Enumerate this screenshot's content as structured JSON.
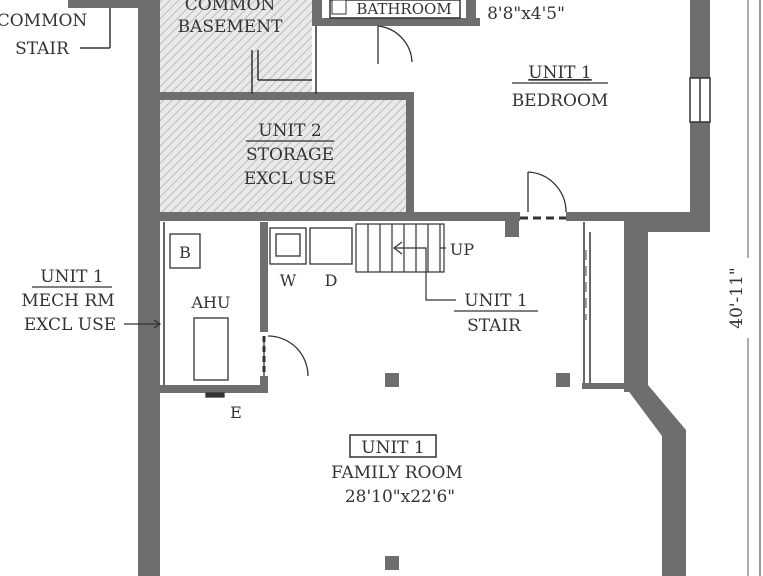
{
  "colors": {
    "wall": "#6e6e6e",
    "line": "#333333",
    "hatch": "#d4d4d4",
    "background": "#ffffff"
  },
  "labels": {
    "common_stair_1": "COMMON",
    "common_stair_2": "STAIR",
    "common_basement_1": "COMMON",
    "common_basement_2": "BASEMENT",
    "bathroom": "BATHROOM",
    "bathroom_dims": "8'8\"x4'5\"",
    "bedroom_unit": "UNIT 1",
    "bedroom_name": "BEDROOM",
    "storage_unit": "UNIT 2",
    "storage_name": "STORAGE",
    "storage_use": "EXCL USE",
    "boiler": "B",
    "ahu": "AHU",
    "washer": "W",
    "dryer": "D",
    "up": "UP",
    "mech_unit": "UNIT 1",
    "mech_name": "MECH RM",
    "mech_use": "EXCL USE",
    "stair_unit": "UNIT 1",
    "stair_name": "STAIR",
    "electric": "E",
    "family_unit": "UNIT 1",
    "family_name": "FAMILY ROOM",
    "family_dims": "28'10\"x22'6\"",
    "side_dim": "40'-11\""
  }
}
